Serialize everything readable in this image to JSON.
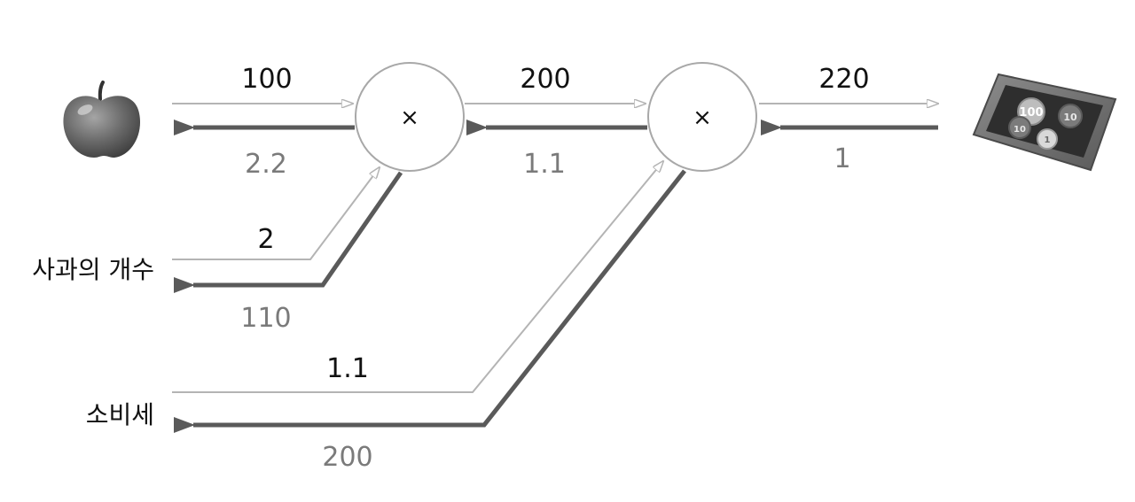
{
  "nodes": {
    "mul1": {
      "symbol": "×"
    },
    "mul2": {
      "symbol": "×"
    }
  },
  "inputs": {
    "apple_count": "사과의 개수",
    "tax": "소비세"
  },
  "forward": {
    "apple_price": "100",
    "apple_count": "2",
    "mul1_out": "200",
    "tax": "1.1",
    "mul2_out": "220"
  },
  "backward": {
    "apple_price": "2.2",
    "apple_count": "110",
    "mul1_out": "1.1",
    "tax": "200",
    "mul2_out": "1"
  },
  "icons": {
    "apple": "apple-icon",
    "tray": "coin-tray-icon"
  },
  "tray_coins": [
    "100",
    "10",
    "10",
    "1"
  ],
  "colors": {
    "forward_line": "#b4b4b4",
    "backward_line": "#5a5a5a",
    "forward_text": "#111111",
    "backward_text": "#7a7a7a"
  }
}
